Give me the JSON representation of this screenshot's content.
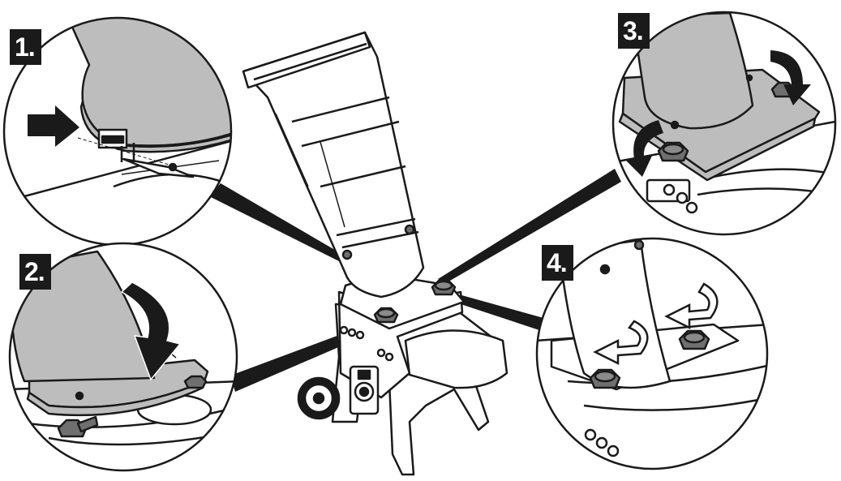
{
  "steps": [
    {
      "label": "1."
    },
    {
      "label": "2."
    },
    {
      "label": "3."
    },
    {
      "label": "4."
    }
  ],
  "colors": {
    "cover_fill": "#bdbdbd",
    "knob_fill": "#6f6f6f",
    "arrow_fill": "#1a1a1a",
    "connector_fill": "#1a1a1a",
    "line": "#1a1a1a"
  }
}
